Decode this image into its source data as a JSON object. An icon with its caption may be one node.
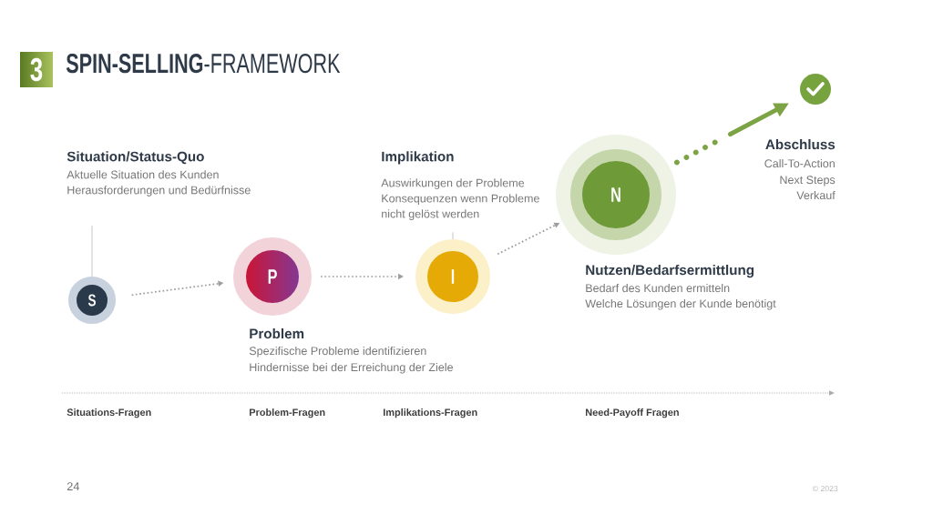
{
  "diagram": {
    "title": "**SPIN-SELLING**-FRAMEWORK",
    "nodes": [
      {
        "text": [
          "3"
        ]
      },
      {
        "text": [
          "Situation/Status-Quo",
          "Aktuelle Situation des Kunden",
          "Herausforderungen und Bedürfnisse"
        ]
      },
      {
        "text": [
          "S"
        ]
      },
      {
        "text": [
          "P"
        ],
        "beside": [
          "Problem",
          "Spezifische Probleme identifizieren",
          "Hindernisse bei der Erreichung der Ziele"
        ]
      },
      {
        "text": [
          "Implikation",
          "Auswirkungen der Probleme",
          "Konsequenzen wenn Probleme nicht gelöst werden"
        ]
      },
      {
        "text": [
          "I"
        ]
      },
      {
        "text": [
          "N"
        ],
        "beside": [
          "Nutzen/Bedarfsermittlung",
          "Bedarf des Kunden ermitteln",
          "Welche Lösungen der Kunde benötigt"
        ]
      },
      {
        "text": [],
        "shape": "circle",
        "beside": [
          "Abschluss",
          "Call-To-Action",
          "Next Steps",
          "Verkauf"
        ]
      }
    ],
    "edges": [
      {
        "from": 1,
        "to": 2,
        "arrow": "none"
      },
      {
        "from": 2,
        "to": 3,
        "arrow": "to",
        "style": "dashed"
      },
      {
        "from": 3,
        "to": 5,
        "arrow": "to",
        "style": "dashed"
      },
      {
        "from": 4,
        "to": 5,
        "arrow": "none"
      },
      {
        "from": 5,
        "to": 6,
        "arrow": "to",
        "style": "dashed"
      },
      {
        "from": 6,
        "to": 7,
        "arrow": "to",
        "style": "thick",
        "color": "#7da444"
      }
    ],
    "labels": [
      "Situations-Fragen",
      "Problem-Fragen",
      "Implikations-Fragen",
      "Need-Payoff Fragen",
      "24",
      "© 2023"
    ]
  }
}
